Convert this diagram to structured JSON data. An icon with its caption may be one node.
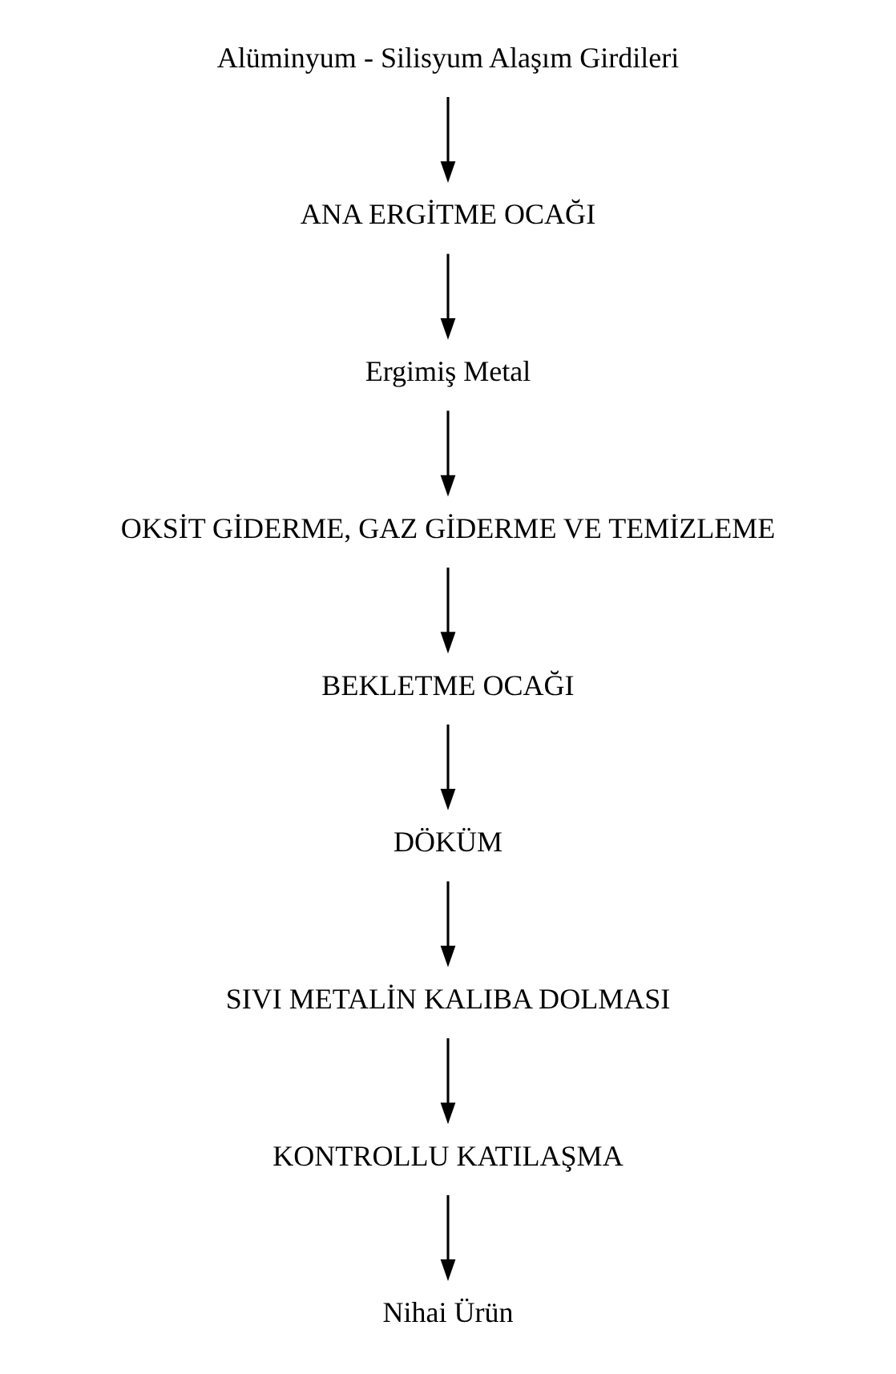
{
  "diagram": {
    "nodes": [
      {
        "text": [
          "Alüminyum - Silisyum Alaşım Girdileri"
        ]
      },
      {
        "text": [
          "ANA ERGİTME OCAĞI"
        ]
      },
      {
        "text": [
          "Ergimiş Metal"
        ]
      },
      {
        "text": [
          "OKSİT GİDERME, GAZ GİDERME VE TEMİZLEME"
        ]
      },
      {
        "text": [
          "BEKLETME OCAĞI"
        ]
      },
      {
        "text": [
          "DÖKÜM"
        ]
      },
      {
        "text": [
          "SIVI METALİN KALIBA DOLMASI"
        ]
      },
      {
        "text": [
          "KONTROLLU KATILAŞMA"
        ]
      },
      {
        "text": [
          "Nihai Ürün"
        ]
      }
    ],
    "edges": [
      {
        "from": 0,
        "to": 1,
        "arrow": "to"
      },
      {
        "from": 1,
        "to": 2,
        "arrow": "to"
      },
      {
        "from": 2,
        "to": 3,
        "arrow": "to"
      },
      {
        "from": 3,
        "to": 4,
        "arrow": "to"
      },
      {
        "from": 4,
        "to": 5,
        "arrow": "to"
      },
      {
        "from": 5,
        "to": 6,
        "arrow": "to"
      },
      {
        "from": 6,
        "to": 7,
        "arrow": "to"
      },
      {
        "from": 7,
        "to": 8,
        "arrow": "to"
      }
    ]
  }
}
